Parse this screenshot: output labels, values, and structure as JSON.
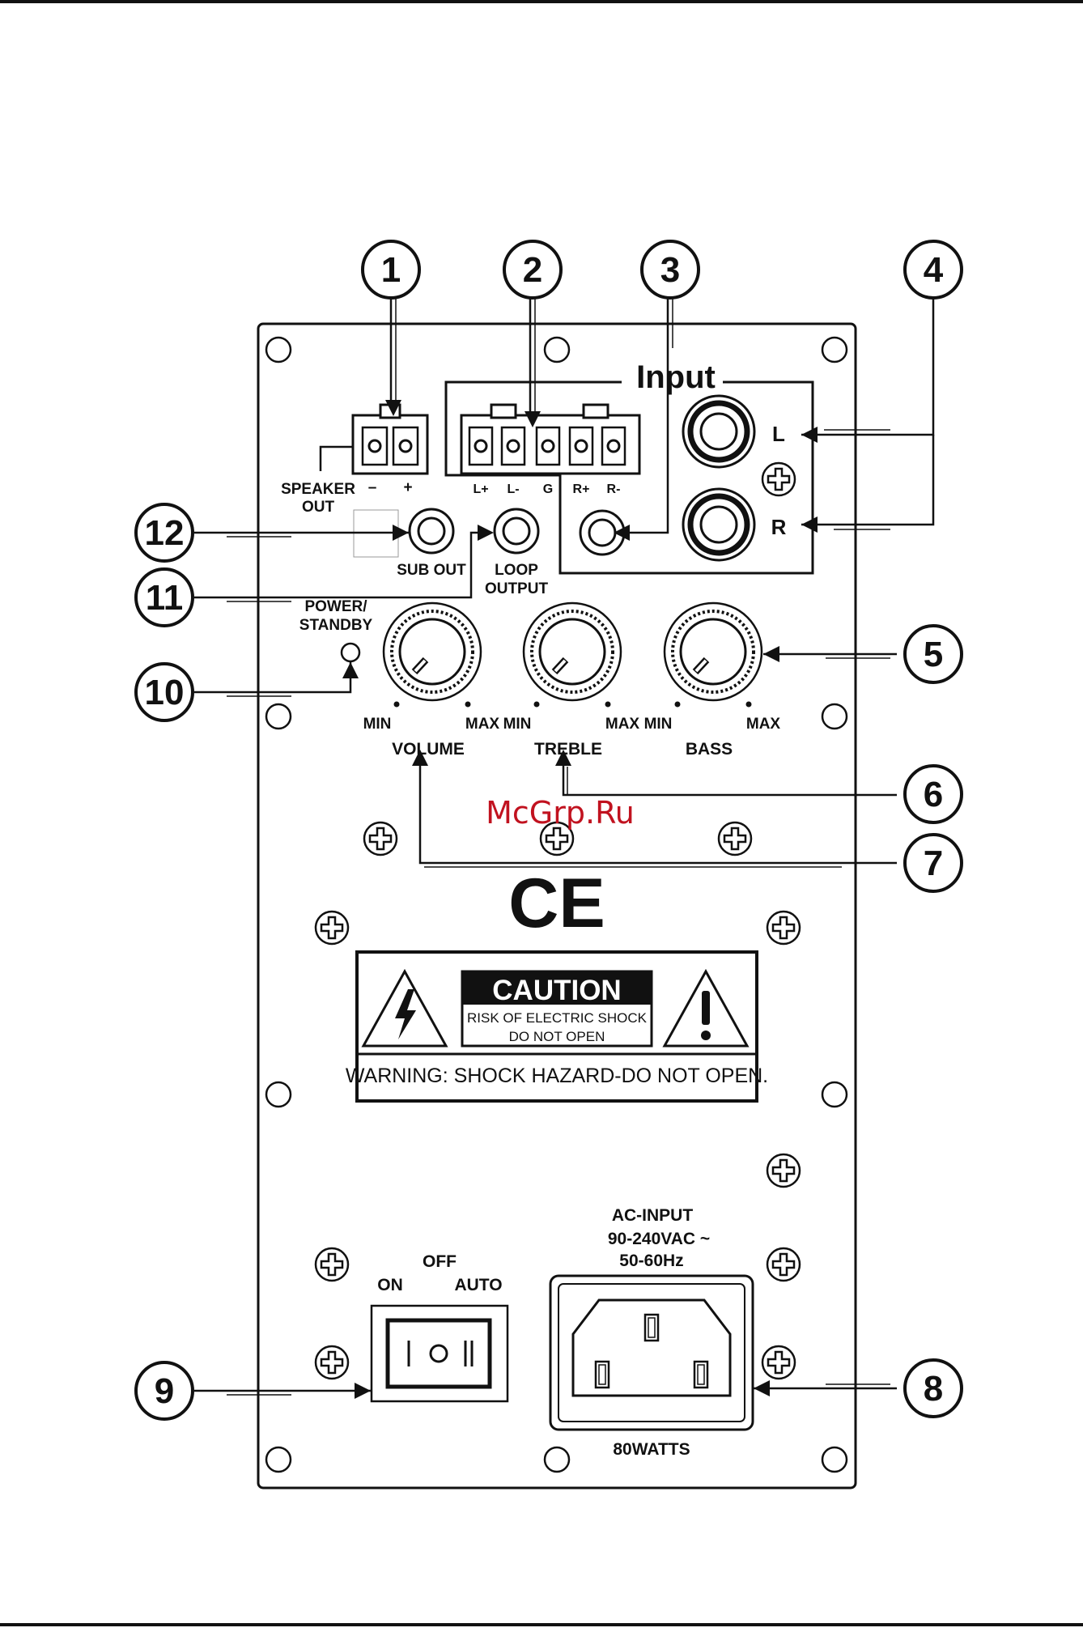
{
  "callouts": {
    "c1": "1",
    "c2": "2",
    "c3": "3",
    "c4": "4",
    "c5": "5",
    "c6": "6",
    "c7": "7",
    "c8": "8",
    "c9": "9",
    "c10": "10",
    "c11": "11",
    "c12": "12"
  },
  "panel": {
    "speaker_out": {
      "line1": "SPEAKER",
      "line2": "OUT",
      "minus": "–",
      "plus": "+"
    },
    "input": {
      "title": "Input",
      "terminals": [
        "L+",
        "L-",
        "G",
        "R+",
        "R-"
      ],
      "left": "L",
      "right": "R"
    },
    "sub_out": "SUB OUT",
    "loop_output": {
      "line1": "LOOP",
      "line2": "OUTPUT"
    },
    "power_standby": {
      "line1": "POWER/",
      "line2": "STANDBY"
    },
    "knobs": [
      {
        "name": "VOLUME",
        "min": "MIN",
        "max": "MAX"
      },
      {
        "name": "TREBLE",
        "min": "MIN",
        "max": "MAX"
      },
      {
        "name": "BASS",
        "min": "MIN",
        "max": "MAX"
      }
    ],
    "ce_mark": "CE",
    "caution": {
      "title": "CAUTION",
      "line1": "RISK OF ELECTRIC SHOCK",
      "line2": "DO NOT OPEN",
      "warning": "WARNING: SHOCK HAZARD-DO NOT OPEN."
    },
    "switch": {
      "off": "OFF",
      "on": "ON",
      "auto": "AUTO"
    },
    "ac_input": {
      "line1": "AC-INPUT",
      "line2": "90-240VAC ~",
      "line3": "50-60Hz",
      "power": "80WATTS"
    }
  },
  "watermark": "McGrp.Ru"
}
